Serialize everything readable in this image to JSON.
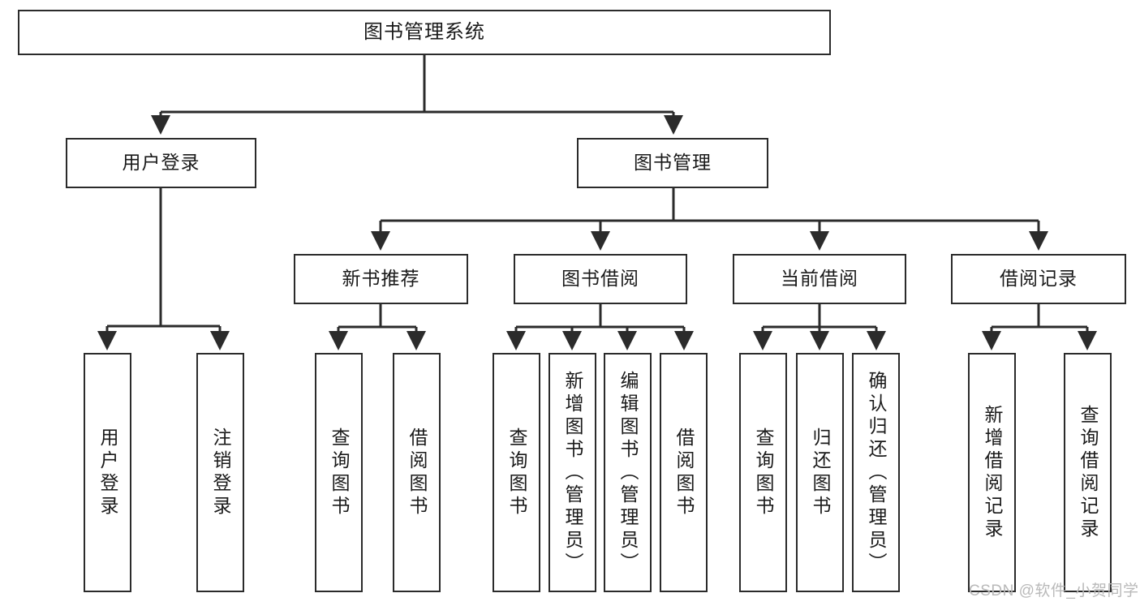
{
  "diagram": {
    "title": "图书管理系统",
    "type": "tree-hierarchy-chart",
    "root": {
      "label": "图书管理系统"
    },
    "level2": [
      {
        "label": "用户登录"
      },
      {
        "label": "图书管理"
      }
    ],
    "level3": [
      {
        "label": "新书推荐"
      },
      {
        "label": "图书借阅"
      },
      {
        "label": "当前借阅"
      },
      {
        "label": "借阅记录"
      }
    ],
    "leaves": [
      {
        "label": "用户登录"
      },
      {
        "label": "注销登录"
      },
      {
        "label": "查询图书"
      },
      {
        "label": "借阅图书"
      },
      {
        "label": "查询图书"
      },
      {
        "label": "新增图书（管理员）"
      },
      {
        "label": "编辑图书（管理员）"
      },
      {
        "label": "借阅图书"
      },
      {
        "label": "查询图书"
      },
      {
        "label": "归还图书"
      },
      {
        "label": "确认归还（管理员）"
      },
      {
        "label": "新增借阅记录"
      },
      {
        "label": "查询借阅记录"
      }
    ]
  },
  "watermark": {
    "text": "CSDN @软件_小贺同学"
  },
  "colors": {
    "stroke": "#2b2b2b",
    "fill": "#ffffff",
    "text": "#1a1a1a",
    "watermark": "#b9b9b9"
  }
}
